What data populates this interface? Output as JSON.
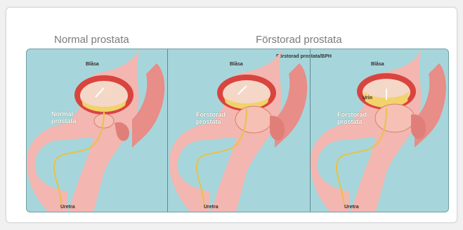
{
  "headings": {
    "normal": "Normal prostata",
    "enlarged": "Förstorad prostata"
  },
  "bph_label": "Förstorad prostata/BPH",
  "panels": [
    {
      "bladder": "Blåsa",
      "prostate": "Normal prostata",
      "urethra": "Uretra"
    },
    {
      "bladder": "Blåsa",
      "prostate": "Förstorad prostata",
      "urethra": "Uretra"
    },
    {
      "bladder": "Blåsa",
      "prostate": "Förstorad prostata",
      "urethra": "Uretra",
      "urine": "Urin"
    }
  ],
  "colors": {
    "background": "#a6d6db",
    "tissue": "#f0a7a3",
    "bladder_wall": "#d9443f",
    "urine": "#f2d26a",
    "urethra": "#e8c24a"
  }
}
